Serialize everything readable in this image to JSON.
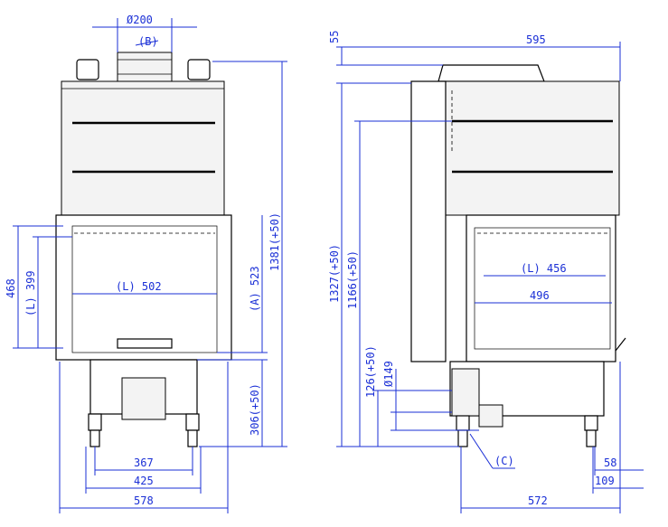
{
  "front_view": {
    "flue_diameter": "Ø200",
    "flue_label": "(B)",
    "opening_height_L": "(L) 399",
    "glass_height": "468",
    "opening_width_L": "(L) 502",
    "height_A": "(A) 523",
    "total_height": "1381(+50)",
    "base_height": "306(+50)",
    "leg_span_inner": "367",
    "leg_span_outer": "425",
    "total_width": "578"
  },
  "side_view": {
    "top_offset": "55",
    "total_depth": "595",
    "height_1327": "1327(+50)",
    "height_1166": "1166(+50)",
    "height_126": "126(+50)",
    "air_inlet_diameter": "Ø149",
    "opening_width_L": "(L) 456",
    "glass_width": "496",
    "air_label": "(C)",
    "dim_58": "58",
    "dim_109": "109",
    "depth_572": "572"
  }
}
